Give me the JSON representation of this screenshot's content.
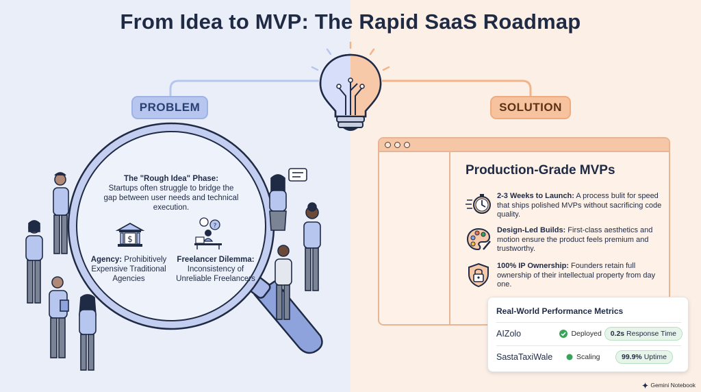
{
  "title": "From Idea to MVP: The Rapid SaaS Roadmap",
  "problem": {
    "label": "PROBLEM",
    "rough_heading": "The \"Rough Idea\" Phase:",
    "rough_text": "Startups often struggle to bridge the gap between user needs and technical execution.",
    "agency_heading": "Agency:",
    "agency_text": "Prohibitively Expensive Traditional Agencies",
    "freelancer_heading": "Freelancer Dilemma:",
    "freelancer_text": "Inconsistency of Unreliable Freelancers"
  },
  "solution": {
    "label": "SOLUTION",
    "heading": "Production-Grade MVPs",
    "features": [
      {
        "title": "2-3 Weeks to Launch:",
        "text": "A process bulit for speed that ships polished MVPs without sacrificing code quality.",
        "icon": "clock-icon"
      },
      {
        "title": "Design-Led Builds:",
        "text": "First-class aesthetics and motion ensure the product feels premium and trustworthy.",
        "icon": "palette-icon"
      },
      {
        "title": "100% IP Ownership:",
        "text": "Founders retain full ownership of their intellectual property from day one.",
        "icon": "lock-shield-icon"
      }
    ]
  },
  "metrics": {
    "heading": "Real-World Performance Metrics",
    "rows": [
      {
        "name": "AIZolo",
        "status": "Deployed",
        "value": "0.2s",
        "metric": "Response Time"
      },
      {
        "name": "SastaTaxiWale",
        "status": "Scaling",
        "value": "99.9%",
        "metric": "Uptime"
      }
    ]
  },
  "watermark": "Gemini Notebook",
  "colors": {
    "problem_accent": "#b7c6ee",
    "solution_accent": "#f7c39f",
    "status_green": "#3aa35b"
  }
}
